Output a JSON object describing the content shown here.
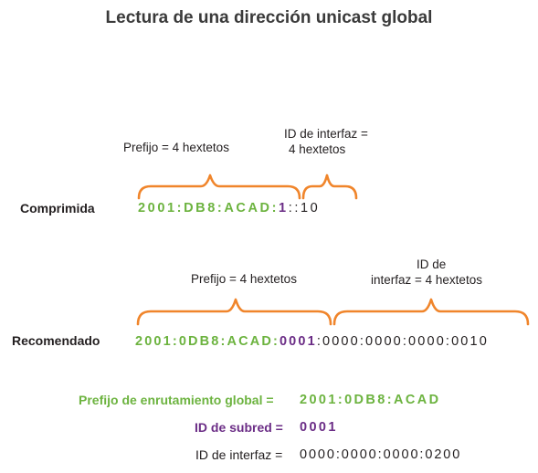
{
  "title": "Lectura de una dirección unicast global",
  "compressed": {
    "label": "Comprimida",
    "prefix_caption": "Prefijo = 4 hextetos",
    "iid_caption_line1": "ID de interfaz =",
    "iid_caption_line2": "4 hextetos",
    "prefix_part": "2001:DB8:ACAD:",
    "subnet_part": "1",
    "iid_part": "::10"
  },
  "recommended": {
    "label": "Recomendado",
    "prefix_caption": "Prefijo = 4 hextetos",
    "iid_caption_line1": "ID de",
    "iid_caption_line2": "interfaz = 4 hextetos",
    "prefix_part": "2001:0DB8:ACAD:",
    "subnet_part": "0001",
    "iid_part": ":0000:0000:0000:0010"
  },
  "summary": {
    "routing_prefix_label": "Prefijo de enrutamiento global =",
    "routing_prefix_value": "2001:0DB8:ACAD",
    "subnet_label": "ID de subred =",
    "subnet_value": "0001",
    "iid_label": "ID de interfaz =",
    "iid_value": "0000:0000:0000:0200"
  },
  "colors": {
    "prefix": "#6cb33f",
    "subnet": "#6b2d86",
    "brace": "#f0852b"
  }
}
